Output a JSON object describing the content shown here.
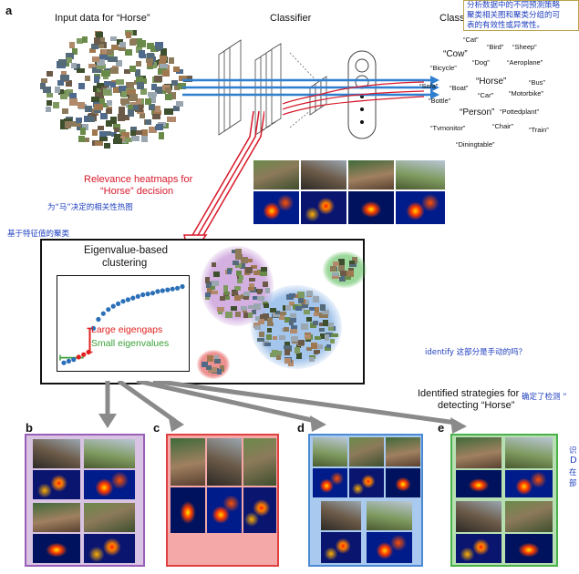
{
  "panel_letters": [
    "a",
    "b",
    "c",
    "d",
    "e"
  ],
  "input_label_line1": "Input data for “Horse”",
  "classifier_label": "Classifier",
  "class_predictions_label": "Class predictions",
  "classes": {
    "cat": "“Cat”",
    "bird": "“Bird”",
    "sheep": "“Sheep”",
    "cow": "“Cow”",
    "dog": "“Dog”",
    "aeroplane": "“Aeroplane”",
    "bicycle": "“Bicycle”",
    "horse": "“Horse”",
    "bus": "“Bus”",
    "sofa": "“Sofa”",
    "boat": "“Boat”",
    "car": "“Car”",
    "motorbike": "“Motorbike”",
    "bottle": "“Bottle”",
    "person": "“Person”",
    "pottedplant": "“Pottedplant”",
    "tvmonitor": "“Tvmonitor”",
    "chair": "“Chair”",
    "train": "“Train”",
    "diningtable": "“Diningtable”"
  },
  "relevance_label_line1": "Relevance heatmaps for",
  "relevance_label_line2": "“Horse” decision",
  "eigen_title_line1": "Eigenvalue-based",
  "eigen_title_line2": "clustering",
  "large_eigengaps": "Large eigengaps",
  "small_eigenvalues": "Small eigenvalues",
  "identified_line1": "Identified strategies for",
  "identified_line2": "detecting “Horse”",
  "annotations": {
    "top_right_line1": "分析数据中的不同预测策略",
    "top_right_line2": "聚类相关图和聚类分组的可",
    "top_right_line3": "表的有效性或异常性。",
    "relevance_zh": "为“马”决定的相关性热图",
    "clustering_zh": "基于特征值的聚类",
    "identify_q": "identify 这部分是手动的吗？",
    "strategies_zh": "确定了检测 “",
    "edge1": "识",
    "edge2": "D",
    "edge3": "在",
    "edge4": "部"
  },
  "colors": {
    "arrow_blue": "#2f7fd0",
    "arrow_red": "#d7192a",
    "eigen_blue": "#2a6fb8",
    "gap_red": "#e02020",
    "small_green": "#3aa13a",
    "frame_b": "#9a5fb8",
    "frame_c": "#e04040",
    "frame_d": "#4a8ad4",
    "frame_e": "#4ab04a",
    "annotation": "#1f3fbf",
    "cluster_grey_arrow": "#8a8a8a"
  },
  "eigenvalue_series": [
    0.02,
    0.04,
    0.06,
    0.09,
    0.12,
    0.15,
    0.44,
    0.55,
    0.62,
    0.67,
    0.71,
    0.74,
    0.77,
    0.79,
    0.81,
    0.83,
    0.85,
    0.86,
    0.87,
    0.89,
    0.9,
    0.91,
    0.92,
    0.93,
    0.95
  ]
}
